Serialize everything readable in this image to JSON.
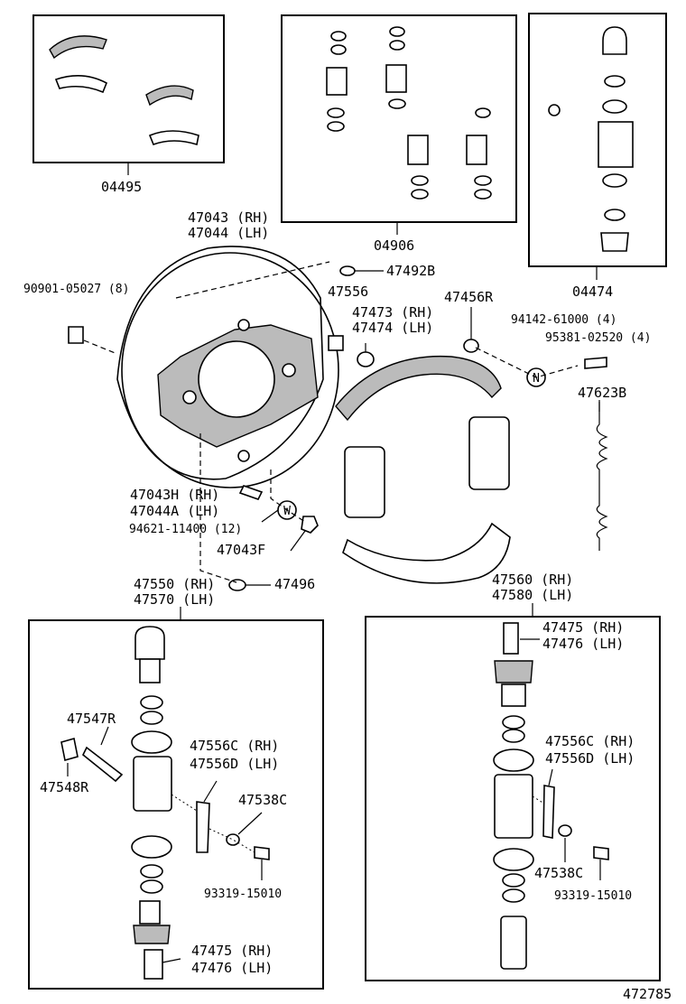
{
  "labels": {
    "kit_shoe": "04495",
    "kit_wheel_cyl": "04906",
    "kit_cyl_small": "04474",
    "backing_plate_rh": "47043 (RH)",
    "backing_plate_lh": "47044 (LH)",
    "plug_47492b": "47492B",
    "bolt_90901": "90901-05027 (8)",
    "clip_47556": "47556",
    "adj_47473": "47473 (RH)",
    "adj_47474": "47474 (LH)",
    "plug_47456r": "47456R",
    "washer_94142": "94142-61000 (4)",
    "bolt_95381": "95381-02520 (4)",
    "spring_47623b": "47623B",
    "stud_47043h": "47043H (RH)",
    "stud_47044a": "47044A (LH)",
    "nut_94621": "94621-11400 (12)",
    "nut_47043f": "47043F",
    "plug_47496": "47496",
    "cyl_left_rh": "47550 (RH)",
    "cyl_left_lh": "47570 (LH)",
    "cyl_right_rh": "47560 (RH)",
    "cyl_right_lh": "47580 (LH)",
    "bleeder_47547r": "47547R",
    "cap_47548r": "47548R",
    "plate_47556c_l": "47556C (RH)",
    "plate_47556d_l": "47556D (LH)",
    "washer_47538c_l": "47538C",
    "bolt_93319_l": "93319-15010",
    "adj_47475_l": "47475 (RH)",
    "adj_47476_l": "47476 (LH)",
    "adj_47475_r": "47475 (RH)",
    "adj_47476_r": "47476 (LH)",
    "plate_47556c_r": "47556C (RH)",
    "plate_47556d_r": "47556D (LH)",
    "washer_47538c_r": "47538C",
    "bolt_93319_r": "93319-15010",
    "callout_w": "W",
    "callout_n": "N",
    "diagram_id": "472785"
  }
}
